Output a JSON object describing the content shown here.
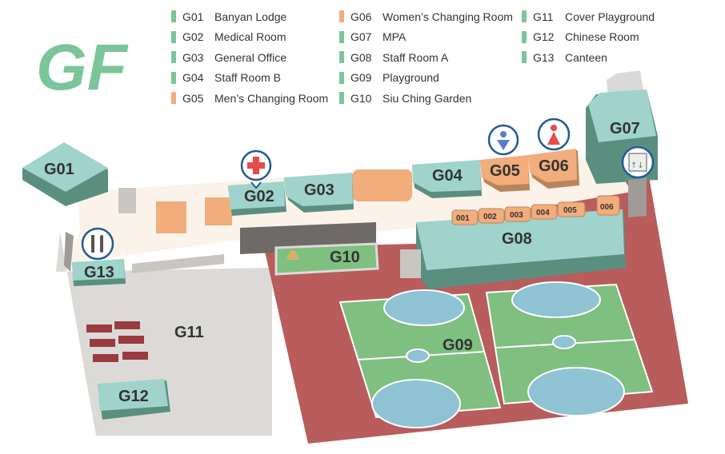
{
  "floor_title": "GF",
  "legend": [
    [
      {
        "code": "G01",
        "name": "Banyan Lodge",
        "color": "#7cc49a"
      },
      {
        "code": "G02",
        "name": "Medical Room",
        "color": "#7cc49a"
      },
      {
        "code": "G03",
        "name": "General Office",
        "color": "#7cc49a"
      },
      {
        "code": "G04",
        "name": "Staff Room B",
        "color": "#7cc49a"
      },
      {
        "code": "G05",
        "name": "Men’s Changing Room",
        "color": "#f2ad7c"
      }
    ],
    [
      {
        "code": "G06",
        "name": "Women’s Changing Room",
        "color": "#f2ad7c"
      },
      {
        "code": "G07",
        "name": "MPA",
        "color": "#7cc49a"
      },
      {
        "code": "G08",
        "name": "Staff Room A",
        "color": "#7cc49a"
      },
      {
        "code": "G09",
        "name": "Playground",
        "color": "#7cc49a"
      },
      {
        "code": "G10",
        "name": "Siu Ching Garden",
        "color": "#7cc49a"
      }
    ],
    [
      {
        "code": "G11",
        "name": "Cover Playground",
        "color": "#7cc49a"
      },
      {
        "code": "G12",
        "name": "Chinese Room",
        "color": "#7cc49a"
      },
      {
        "code": "G13",
        "name": "Canteen",
        "color": "#7cc49a"
      }
    ]
  ],
  "map_labels": {
    "g01": "G01",
    "g02": "G02",
    "g03": "G03",
    "g04": "G04",
    "g05": "G05",
    "g06": "G06",
    "g07": "G07",
    "g08": "G08",
    "g09": "G09",
    "g10": "G10",
    "g11": "G11",
    "g12": "G12",
    "g13": "G13"
  },
  "small_rooms": [
    "001",
    "002",
    "003",
    "004",
    "005",
    "006"
  ],
  "icons": {
    "medical": "medical-cross-icon",
    "men": "male-toilet-icon",
    "women": "female-toilet-icon",
    "lift": "lift-icon",
    "canteen": "fork-knife-icon"
  },
  "colors": {
    "room_green": "#9fd3cc",
    "changing": "#f2ad7c",
    "playground": "#b85c5c",
    "court": "#7fbf80",
    "court_blue": "#8fc3d3",
    "cover": "#dcdad7"
  }
}
